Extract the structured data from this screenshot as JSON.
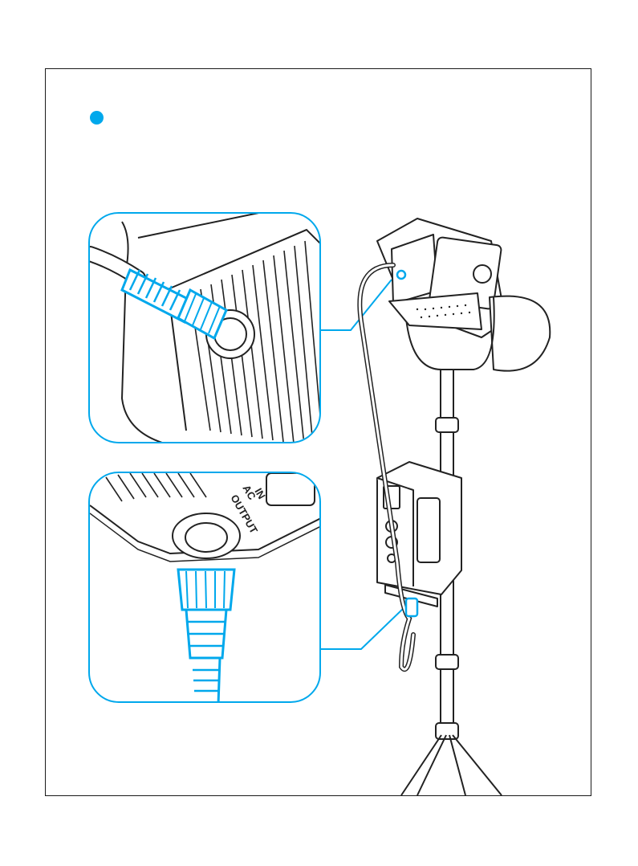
{
  "colors": {
    "accent": "#00a8ec",
    "line": "#222222",
    "frame": "#1a1a1a"
  },
  "icons": {
    "step_marker": "blue-dot-icon"
  },
  "panel_labels": {
    "output": "OUTPUT",
    "ac": "AC",
    "in": "IN"
  }
}
